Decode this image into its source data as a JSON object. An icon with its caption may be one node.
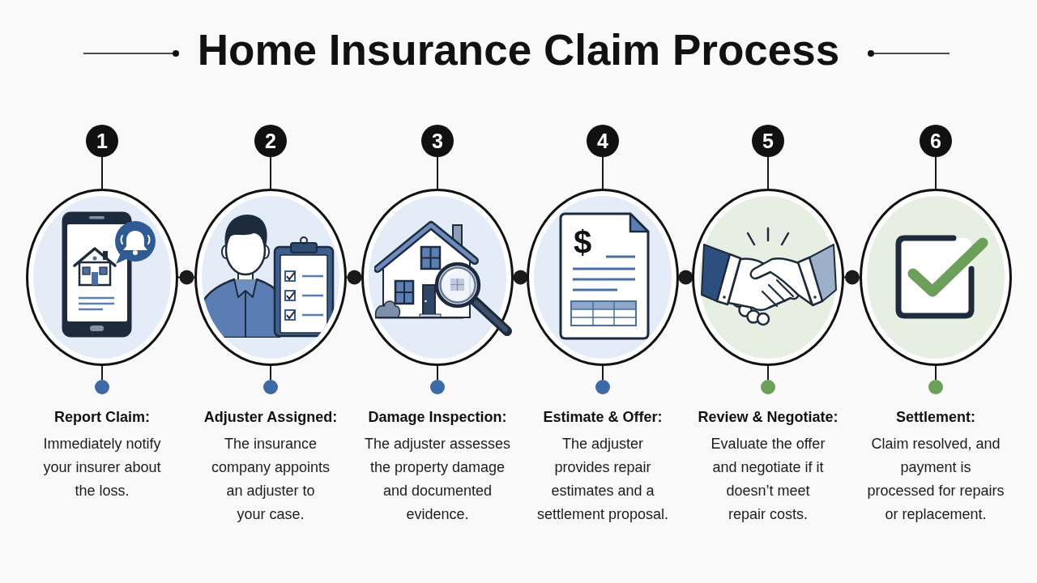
{
  "diagram": {
    "title": "Home Insurance Claim Process",
    "nodes": [
      {
        "text": [
          "1"
        ]
      },
      {
        "text": [],
        "shape": "circle"
      },
      {
        "text": [],
        "shape": "circle",
        "beside": [
          "Report Claim:",
          "Immediately notify your insurer about the loss."
        ]
      },
      {
        "text": [
          "2"
        ]
      },
      {
        "text": [],
        "shape": "circle"
      },
      {
        "text": [],
        "shape": "circle",
        "beside": [
          "Adjuster Assigned:",
          "The insurance company appoints an adjuster to your case."
        ]
      },
      {
        "text": [
          "3"
        ]
      },
      {
        "text": [],
        "shape": "circle"
      },
      {
        "text": [],
        "shape": "circle",
        "beside": [
          "Damage Inspection:",
          "The adjuster assesses the property damage and documented evidence."
        ]
      },
      {
        "text": [
          "4"
        ]
      },
      {
        "text": [],
        "shape": "circle"
      },
      {
        "text": [],
        "shape": "circle",
        "beside": [
          "Estimate & Offer:",
          "The adjuster provides repair estimates and a settlement proposal."
        ]
      },
      {
        "text": [
          "5"
        ]
      },
      {
        "text": [],
        "shape": "circle"
      },
      {
        "text": [],
        "shape": "circle",
        "beside": [
          "Review & Negotiate:",
          "Evaluate the offer and negotiate if it doesn’t meet repair costs."
        ]
      },
      {
        "text": [
          "6"
        ]
      },
      {
        "text": [],
        "shape": "circle"
      },
      {
        "text": [],
        "shape": "circle",
        "beside": [
          "Settlement:",
          "Claim resolved, and payment is processed for repairs or replacement."
        ]
      }
    ],
    "edges": [
      {
        "from": 0,
        "to": 1,
        "arrow": "none"
      },
      {
        "from": 1,
        "to": 2,
        "arrow": "none"
      },
      {
        "from": 1,
        "to": 4,
        "arrow": "other"
      },
      {
        "from": 3,
        "to": 4,
        "arrow": "none"
      },
      {
        "from": 4,
        "to": 5,
        "arrow": "none"
      },
      {
        "from": 4,
        "to": 7,
        "arrow": "other"
      },
      {
        "from": 6,
        "to": 7,
        "arrow": "none"
      },
      {
        "from": 7,
        "to": 8,
        "arrow": "none"
      },
      {
        "from": 7,
        "to": 10,
        "arrow": "other"
      },
      {
        "from": 9,
        "to": 10,
        "arrow": "none"
      },
      {
        "from": 10,
        "to": 11,
        "arrow": "none"
      },
      {
        "from": 10,
        "to": 13,
        "arrow": "other"
      },
      {
        "from": 12,
        "to": 13,
        "arrow": "none"
      },
      {
        "from": 13,
        "to": 14,
        "arrow": "none"
      },
      {
        "from": 13,
        "to": 16,
        "arrow": "other"
      },
      {
        "from": 15,
        "to": 16,
        "arrow": "none"
      },
      {
        "from": 16,
        "to": 17,
        "arrow": "none"
      }
    ],
    "labels": [
      "$"
    ]
  }
}
